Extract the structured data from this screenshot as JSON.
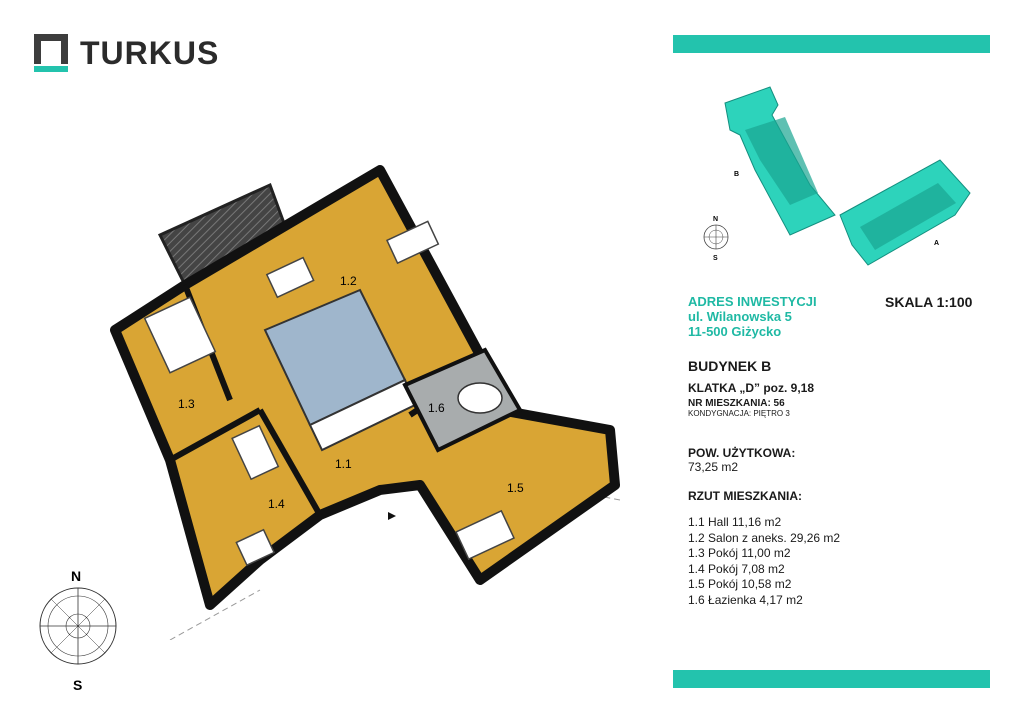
{
  "brand": {
    "name": "TURKUS"
  },
  "address": {
    "title": "ADRES INWESTYCJI",
    "street": "ul. Wilanowska 5",
    "city": "11-500 Giżycko"
  },
  "scale": "SKALA 1:100",
  "building": "BUDYNEK B",
  "stair": "KLATKA „D” poz. 9,18",
  "flat_number": "NR MIESZKANIA: 56",
  "floor": "KONDYGNACJA: PIĘTRO 3",
  "usable_area": {
    "label": "POW. UŻYTKOWA:",
    "value": "73,25 m2"
  },
  "rooms_title": "RZUT MIESZKANIA:",
  "rooms": [
    "1.1 Hall 11,16 m2",
    "1.2 Salon z aneks. 29,26 m2",
    "1.3 Pokój 11,00 m2",
    "1.4 Pokój 7,08 m2",
    "1.5 Pokój 10,58 m2",
    "1.6 Łazienka 4,17 m2"
  ],
  "plan_labels": {
    "r11": "1.1",
    "r12": "1.2",
    "r13": "1.3",
    "r14": "1.4",
    "r15": "1.5",
    "r16": "1.6"
  },
  "site_labels": {
    "b": "B",
    "a": "A"
  },
  "compass": {
    "north": "N",
    "south": "S"
  },
  "colors": {
    "teal": "#23c3ad",
    "floor": "#d9a534",
    "bath": "#a8acad",
    "kitchen": "#9fb6cc",
    "wall": "#111111"
  }
}
